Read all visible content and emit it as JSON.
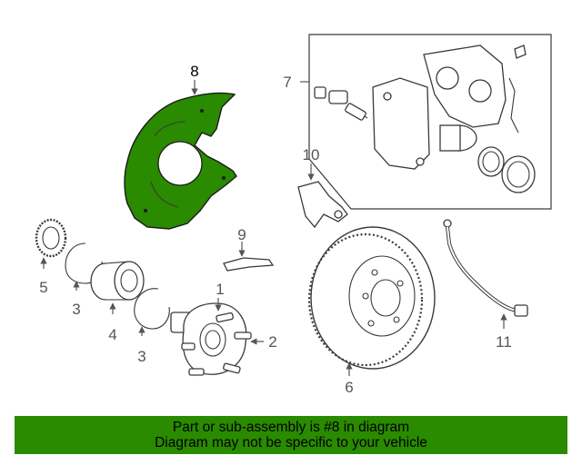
{
  "colors": {
    "highlight": "#2a8a00",
    "footer_bg": "#2a8a00",
    "line": "#3a3a3a",
    "label": "#555555"
  },
  "labels": {
    "p1": "1",
    "p2": "2",
    "p3a": "3",
    "p3b": "3",
    "p4": "4",
    "p5": "5",
    "p6": "6",
    "p7": "7",
    "p8": "8",
    "p9": "9",
    "p10": "10",
    "p11": "11"
  },
  "footer": {
    "line1": "Part or sub-assembly is #8 in diagram",
    "line2": "Diagram may not be specific to your vehicle"
  }
}
